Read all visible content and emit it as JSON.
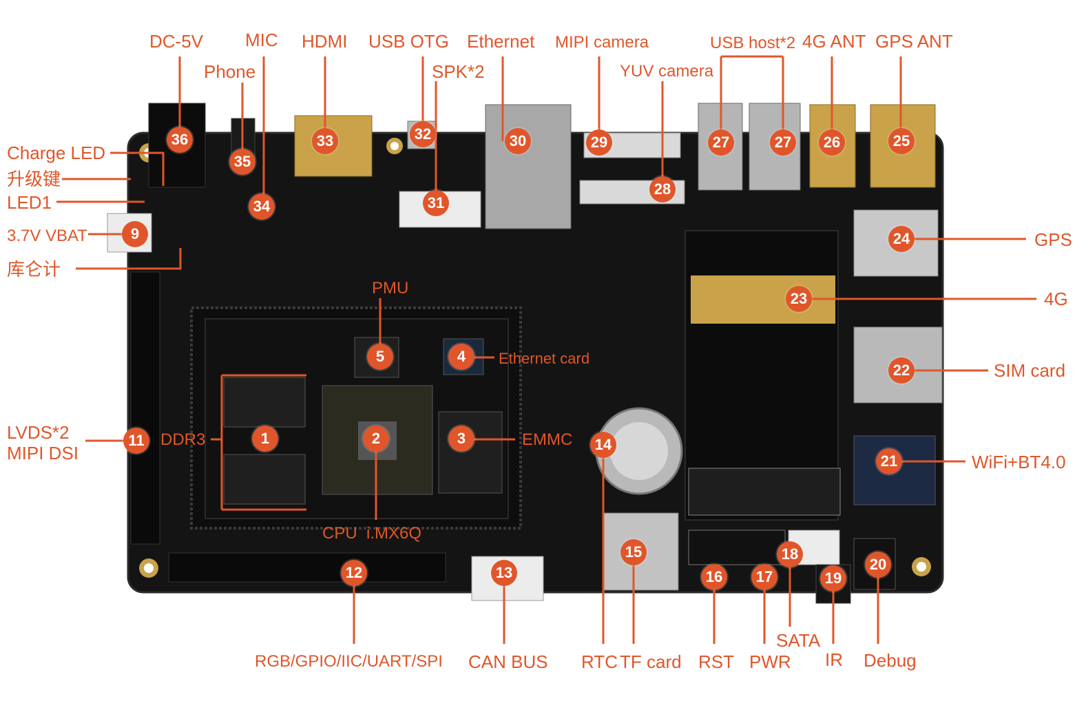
{
  "labels": {
    "dc5v": "DC-5V",
    "mic": "MIC",
    "hdmi": "HDMI",
    "usb_otg": "USB OTG",
    "ethernet": "Ethernet",
    "mipi_camera": "MIPI camera",
    "usb_host": "USB host*2",
    "ant_4g": "4G ANT",
    "gps_ant": "GPS ANT",
    "phone": "Phone",
    "spk": "SPK*2",
    "yuv_camera": "YUV camera",
    "charge_led": "Charge LED",
    "upgrade_key": "升级键",
    "led1": "LED1",
    "vbat": "3.7V VBAT",
    "fuel_gauge": "库仑计",
    "lvds_line1": "LVDS*2",
    "lvds_line2": "MIPI DSI",
    "gps": "GPS",
    "mod_4g": "4G",
    "sim_card": "SIM card",
    "wifi_bt": "WiFi+BT4.0",
    "pmu": "PMU",
    "ethernet_card": "Ethernet card",
    "ddr3": "DDR3",
    "emmc": "EMMC",
    "cpu": "CPU  i.MX6Q",
    "rgb_gpio": "RGB/GPIO/IIC/UART/SPI",
    "can_bus": "CAN BUS",
    "rtc": "RTC",
    "tf_card": "TF card",
    "rst": "RST",
    "pwr": "PWR",
    "sata": "SATA",
    "ir": "IR",
    "debug": "Debug"
  },
  "badges": [
    "1",
    "2",
    "3",
    "4",
    "5",
    "9",
    "11",
    "12",
    "13",
    "14",
    "15",
    "16",
    "17",
    "18",
    "19",
    "20",
    "21",
    "22",
    "23",
    "24",
    "25",
    "26",
    "27",
    "27",
    "28",
    "29",
    "30",
    "31",
    "32",
    "33",
    "34",
    "35",
    "36"
  ],
  "colors": {
    "accent": "#e0562a",
    "board": "#141414",
    "board_edge": "#2a2a2a",
    "gold": "#c9a24a",
    "silver": "#b9b9b9"
  }
}
